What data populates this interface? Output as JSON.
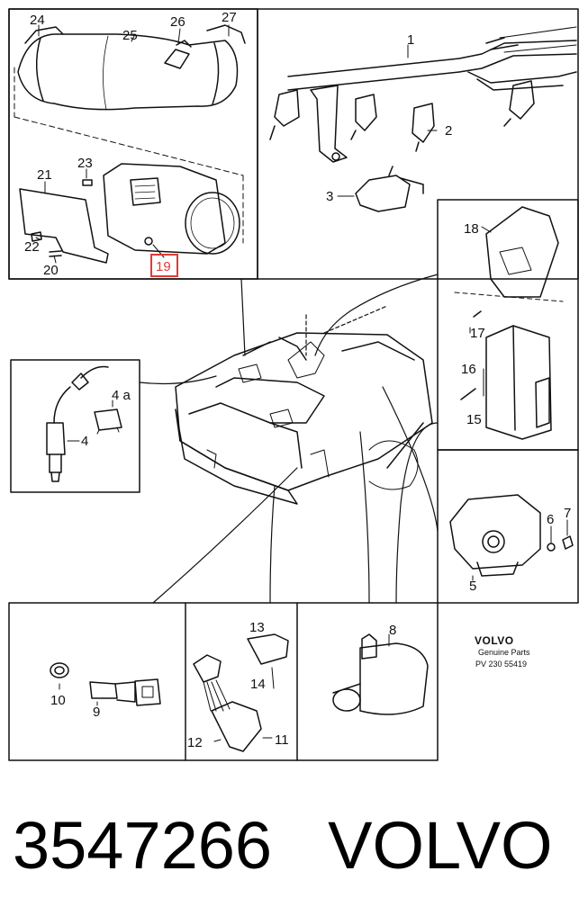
{
  "callouts": {
    "c1": "1",
    "c2": "2",
    "c3": "3",
    "c4": "4",
    "c4a": "4 a",
    "c5": "5",
    "c6": "6",
    "c7": "7",
    "c8": "8",
    "c9": "9",
    "c10": "10",
    "c11": "11",
    "c12": "12",
    "c13": "13",
    "c14": "14",
    "c15": "15",
    "c16": "16",
    "c17": "17",
    "c18": "18",
    "c19": "19",
    "c20": "20",
    "c21": "21",
    "c22": "22",
    "c23": "23",
    "c24": "24",
    "c25": "25",
    "c26": "26",
    "c27": "27"
  },
  "highlight": {
    "callout": "19",
    "color": "#e53935"
  },
  "brand_block": {
    "logo_text": "VOLVO",
    "subtitle": "Genuine Parts",
    "code": "PV 230 55419"
  },
  "footer": {
    "part_number": "3547266",
    "brand": "VOLVO"
  }
}
